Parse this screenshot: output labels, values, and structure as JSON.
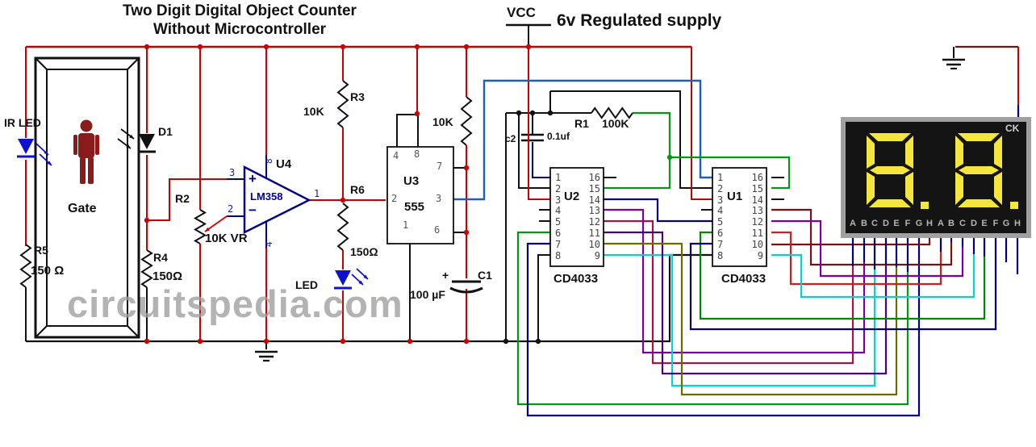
{
  "title": {
    "line1": "Two Digit Digital Object Counter",
    "line2": "Without Microcontroller"
  },
  "power": {
    "vcc": "VCC",
    "supply": "6v Regulated supply"
  },
  "watermark": "circuitspedia.com",
  "gate": {
    "label": "Gate",
    "ir_led": "IR LED",
    "photodiode": "D1"
  },
  "led_label": "LED",
  "resistors": {
    "r5": {
      "ref": "R5",
      "value": "150 Ω"
    },
    "r4": {
      "ref": "R4",
      "value": "150Ω"
    },
    "r2": {
      "ref": "R2",
      "value": "10K VR"
    },
    "r3": {
      "ref": "R3",
      "value": "10K"
    },
    "r6": {
      "ref": "R6",
      "value": "150Ω"
    },
    "r7": {
      "value": "10K"
    },
    "r1": {
      "ref": "R1",
      "value": "100K"
    }
  },
  "capacitors": {
    "c1": {
      "ref": "C1",
      "value": "100 µF",
      "polarity": "+"
    },
    "c2": {
      "ref": "c2",
      "value": "0.1uf"
    }
  },
  "opamp": {
    "ref": "U4",
    "part": "LM358",
    "pin_noninv": "3",
    "pin_inv": "2",
    "pin_vcc": "8",
    "pin_gnd": "4",
    "pin_out": "1",
    "plus": "+",
    "minus": "−"
  },
  "timer": {
    "ref": "U3",
    "part": "555",
    "pins": {
      "p4": "4",
      "p8": "8",
      "p7": "7",
      "p2": "2",
      "p3": "3",
      "p1": "1",
      "p6": "6"
    }
  },
  "counters": [
    {
      "ref": "U2",
      "part": "CD4033",
      "left_pins": [
        "1",
        "2",
        "3",
        "4",
        "5",
        "6",
        "7",
        "8"
      ],
      "right_pins": [
        "16",
        "15",
        "14",
        "13",
        "12",
        "11",
        "10",
        "9"
      ]
    },
    {
      "ref": "U1",
      "part": "CD4033",
      "left_pins": [
        "1",
        "2",
        "3",
        "4",
        "5",
        "6",
        "7",
        "8"
      ],
      "right_pins": [
        "16",
        "15",
        "14",
        "13",
        "12",
        "11",
        "10",
        "9"
      ]
    }
  ],
  "display": {
    "clock_label": "CK",
    "segment_labels": [
      "A",
      "B",
      "C",
      "D",
      "E",
      "F",
      "G",
      "H",
      "A",
      "B",
      "C",
      "D",
      "E",
      "F",
      "G",
      "H"
    ]
  },
  "colors": {
    "black": "#111111",
    "red": "#cc0000",
    "maroon": "#7a1010",
    "navy": "#000080",
    "blue": "#1d5fbf",
    "green": "#009a10",
    "green2": "#008a00",
    "cyan": "#00d5d5",
    "purple": "#7a00a0",
    "purple2": "#4b0082",
    "crimson": "#b01040",
    "olive": "#6b6b00",
    "red2": "#cc2020",
    "device_blue": "#0f0fd0",
    "person": "#8b1a1a",
    "segment_on": "#f5e63d",
    "display_bg": "#141414",
    "display_border": "#a0a0a0",
    "watermark_gray": "#9e9e9e"
  }
}
